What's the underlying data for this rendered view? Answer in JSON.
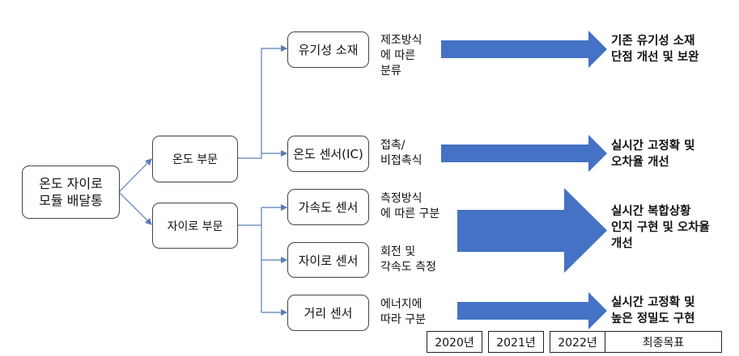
{
  "root": {
    "label": "온도 자이로\n모듈 배달통"
  },
  "categories": [
    {
      "label": "온도 부문"
    },
    {
      "label": "자이로 부문"
    }
  ],
  "sensors": [
    {
      "label": "유기성 소재",
      "note": "제조방식\n에 따른\n분류"
    },
    {
      "label": "온도 센서(IC)",
      "note": "접촉/\n비접촉식"
    },
    {
      "label": "가속도 센서",
      "note": "측정방식\n에 따른 구분"
    },
    {
      "label": "자이로 센서",
      "note": "회전 및\n각속도 측정"
    },
    {
      "label": "거리 센서",
      "note": "에너지에\n따라 구분"
    }
  ],
  "goals": [
    "기존 유기성 소재\n 단점 개선 및 보완",
    "실시간 고정확 및\n오차율 개선",
    "실시간 복합상황\n인지 구현 및 오차율\n개선",
    "실시간 고정확 및\n높은 정밀도 구현"
  ],
  "timeline": [
    "2020년",
    "2021년",
    "2022년",
    "최종목표"
  ],
  "colors": {
    "arrow": "#4472C4",
    "connector": "#5B7DB8"
  }
}
